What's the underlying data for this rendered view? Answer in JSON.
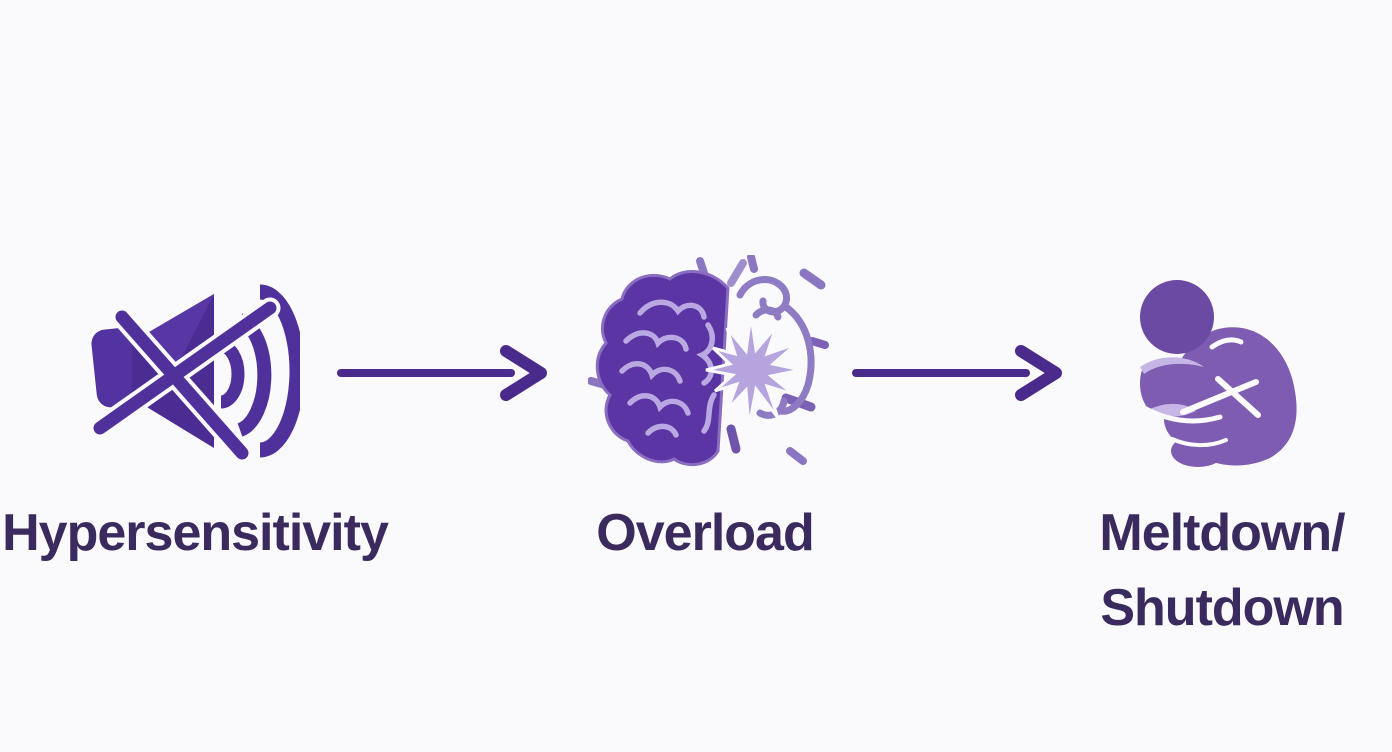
{
  "diagram": {
    "background_color": "#faf9fb",
    "label_text_color": "#3a2a5e",
    "arrow_color": "#4a2a8a",
    "palette": {
      "icon_dark_purple": "#4b2c92",
      "icon_primary_purple": "#5233a0",
      "icon_medium_purple": "#7d5cb1",
      "icon_light_lavender": "#b5a4de",
      "icon_outline_purple": "#8f7bc3"
    },
    "steps": [
      {
        "name": "hypersensitivity",
        "icon": "muted-speaker-icon",
        "label_lines": [
          "Hypersensitivity"
        ]
      },
      {
        "name": "overload",
        "icon": "brain-burst-icon",
        "label_lines": [
          "Overload"
        ]
      },
      {
        "name": "meltdown-shutdown",
        "icon": "curled-person-icon",
        "label_lines": [
          "Meltdown/",
          "Shutdown"
        ]
      }
    ],
    "connectors": [
      {
        "from": "hypersensitivity",
        "to": "overload",
        "type": "arrow-right"
      },
      {
        "from": "overload",
        "to": "meltdown-shutdown",
        "type": "arrow-right"
      }
    ]
  }
}
